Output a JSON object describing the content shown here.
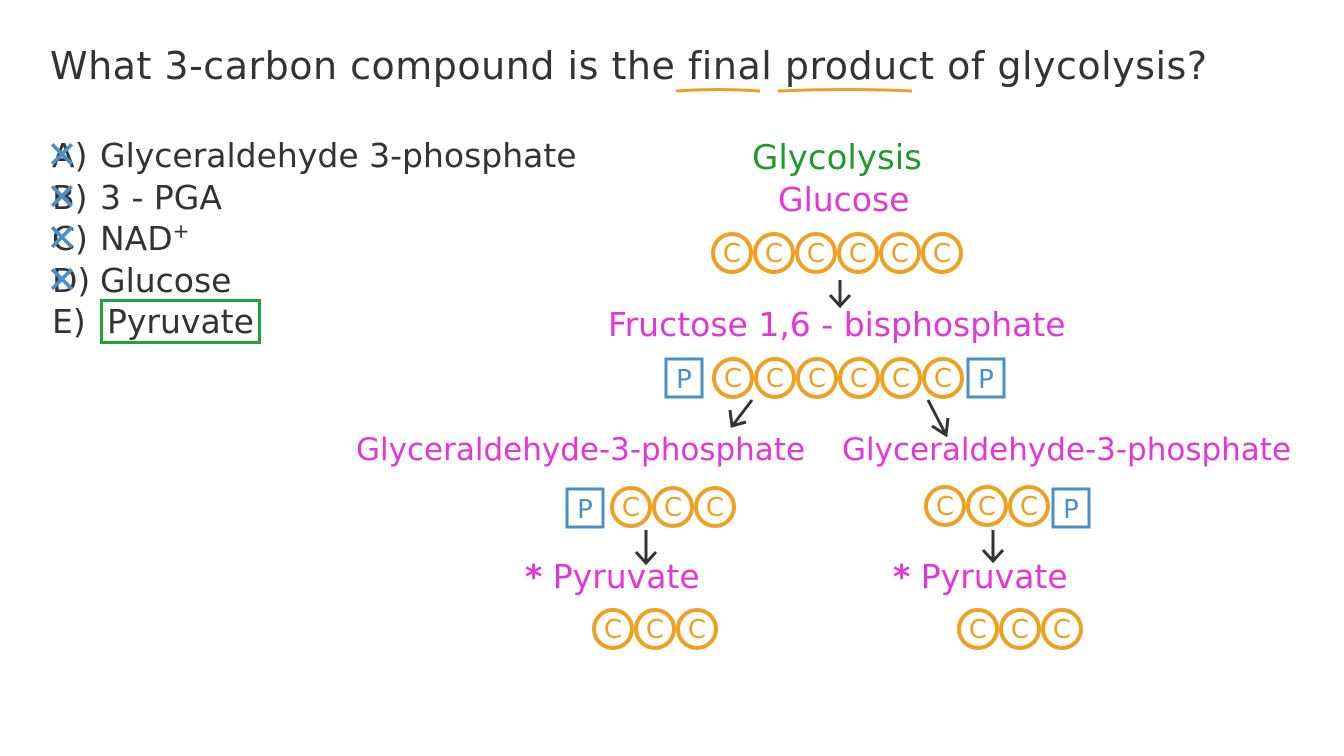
{
  "question": {
    "prefix": "What 3-carbon compound is the ",
    "highlight1": "final",
    "space": " ",
    "highlight2": "product",
    "suffix": " of glycolysis?"
  },
  "options": [
    {
      "letter": "A)",
      "text": "Glyceraldehyde 3-phosphate",
      "crossed": true
    },
    {
      "letter": "B)",
      "text": "3 - PGA",
      "crossed": true
    },
    {
      "letter": "C)",
      "text": "NAD",
      "sup": "+",
      "crossed": true
    },
    {
      "letter": "D)",
      "text": "Glucose",
      "crossed": true
    },
    {
      "letter": "E)",
      "text": "Pyruvate",
      "crossed": false
    }
  ],
  "diagram": {
    "title": "Glycolysis",
    "glucose": "Glucose",
    "fructose": "Fructose 1,6 - bisphosphate",
    "g3p_left": "Glyceraldehyde-3-phosphate",
    "g3p_right": "Glyceraldehyde-3-phosphate",
    "pyruvate_left": "Pyruvate",
    "pyruvate_right": "Pyruvate",
    "star": "*",
    "carbon": "C",
    "phosphate": "P"
  },
  "colors": {
    "text": "#333333",
    "green": "#1f9a2e",
    "magenta": "#e436d6",
    "carbon": "#f0a020",
    "phosphate": "#4a90c8",
    "highlight": "#f0a020",
    "cross": "#4a90c8"
  }
}
